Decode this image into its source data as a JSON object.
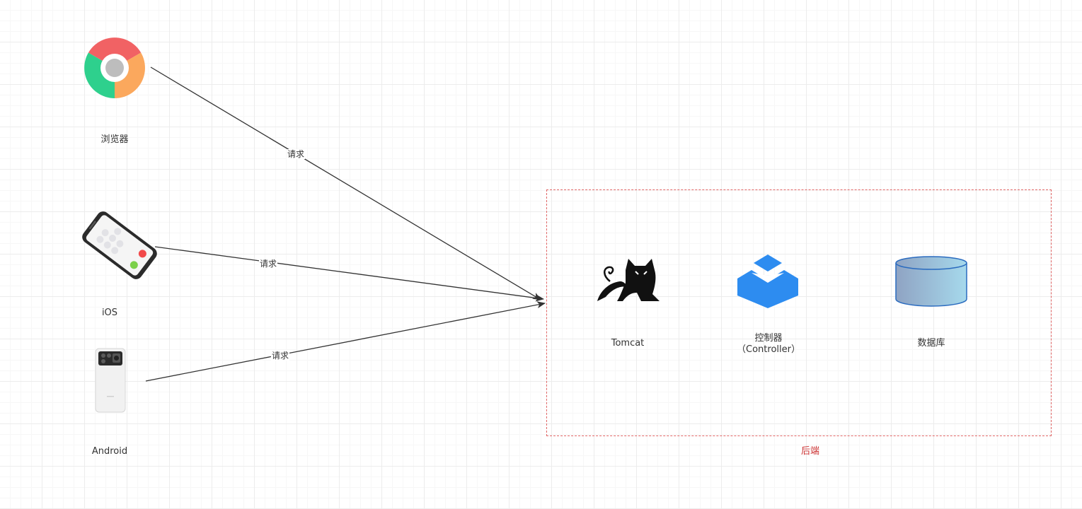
{
  "nodes": {
    "browser": {
      "label": "浏览器",
      "icon": "chrome-icon"
    },
    "ios": {
      "label": "iOS",
      "icon": "smartphone-icon"
    },
    "android": {
      "label": "Android",
      "icon": "android-phone-icon"
    },
    "tomcat": {
      "label": "Tomcat",
      "icon": "tomcat-icon"
    },
    "controller": {
      "label_line1": "控制器",
      "label_line2": "（Controller）",
      "icon": "controller-cube-icon"
    },
    "database": {
      "label": "数据库",
      "icon": "database-cylinder-icon"
    }
  },
  "group": {
    "label": "后端",
    "border_color": "#e06666"
  },
  "edges": [
    {
      "from": "browser",
      "to": "group",
      "label": "请求"
    },
    {
      "from": "ios",
      "to": "group",
      "label": "请求"
    },
    {
      "from": "android",
      "to": "group",
      "label": "请求"
    }
  ],
  "colors": {
    "arrow": "#333333",
    "controller_blue": "#2d8cf0"
  }
}
